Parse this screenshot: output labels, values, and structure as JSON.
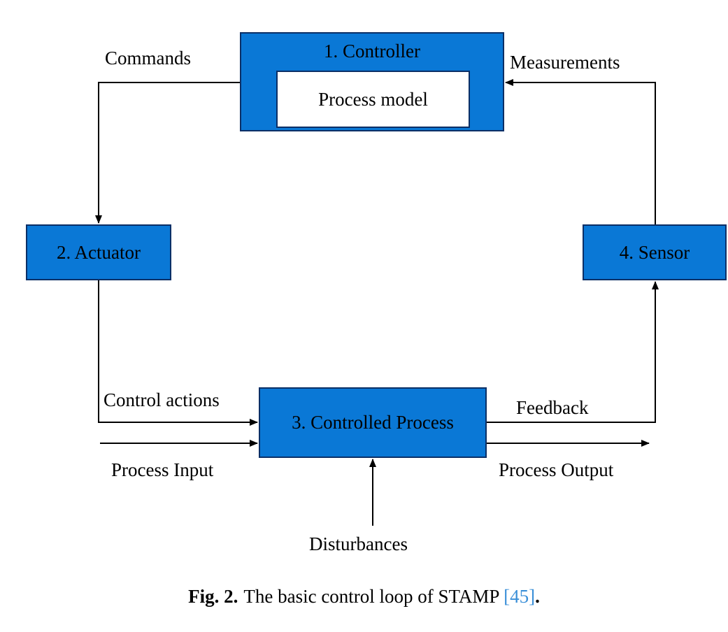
{
  "blocks": {
    "controller": "1. Controller",
    "process_model": "Process model",
    "actuator": "2. Actuator",
    "sensor": "4. Sensor",
    "controlled_process": "3. Controlled Process"
  },
  "labels": {
    "commands": "Commands",
    "measurements": "Measurements",
    "control_actions": "Control actions",
    "feedback": "Feedback",
    "process_input": "Process Input",
    "process_output": "Process Output",
    "disturbances": "Disturbances"
  },
  "caption": {
    "figure": "Fig. 2.",
    "text": "The basic control loop of STAMP",
    "reference": "[45]",
    "end": "."
  },
  "colors": {
    "block_fill": "#0a78d6",
    "block_border": "#0b2f66",
    "reference_link": "#3a8fd8"
  }
}
